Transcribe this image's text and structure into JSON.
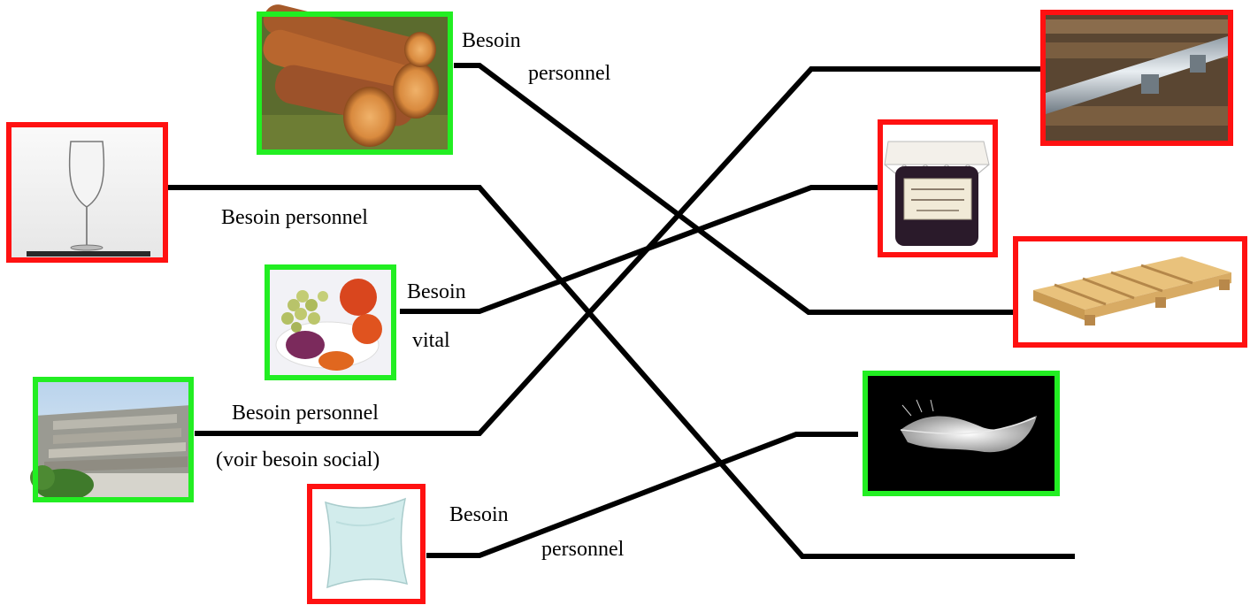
{
  "colors": {
    "raw_material": "#22ee22",
    "product": "#ff1111",
    "line": "#000000"
  },
  "left_items": [
    {
      "id": "logs",
      "frame": "green",
      "picture": "logs"
    },
    {
      "id": "wine-glass",
      "frame": "red",
      "picture": "wine-glass"
    },
    {
      "id": "fruits",
      "frame": "green",
      "picture": "fruits"
    },
    {
      "id": "quarry",
      "frame": "green",
      "picture": "quarry"
    },
    {
      "id": "cushion",
      "frame": "red",
      "picture": "cushion"
    }
  ],
  "right_items": [
    {
      "id": "rail",
      "frame": "red",
      "picture": "rail"
    },
    {
      "id": "jam-jar",
      "frame": "red",
      "picture": "jam-jar"
    },
    {
      "id": "pallet",
      "frame": "red",
      "picture": "pallet"
    },
    {
      "id": "feather",
      "frame": "green",
      "picture": "feather"
    }
  ],
  "labels": {
    "logs_line1": "Besoin",
    "logs_line2": "personnel",
    "glass": "Besoin personnel",
    "fruits_line1": "Besoin",
    "fruits_line2": "vital",
    "quarry_line1": "Besoin personnel",
    "quarry_line2": "(voir besoin social)",
    "cushion_line1": "Besoin",
    "cushion_line2": "personnel"
  },
  "connections": [
    {
      "from": "logs",
      "to": "pallet"
    },
    {
      "from": "wine-glass",
      "to": ""
    },
    {
      "from": "fruits",
      "to": "jam-jar"
    },
    {
      "from": "quarry",
      "to": "rail"
    },
    {
      "from": "cushion",
      "to": "feather"
    }
  ]
}
